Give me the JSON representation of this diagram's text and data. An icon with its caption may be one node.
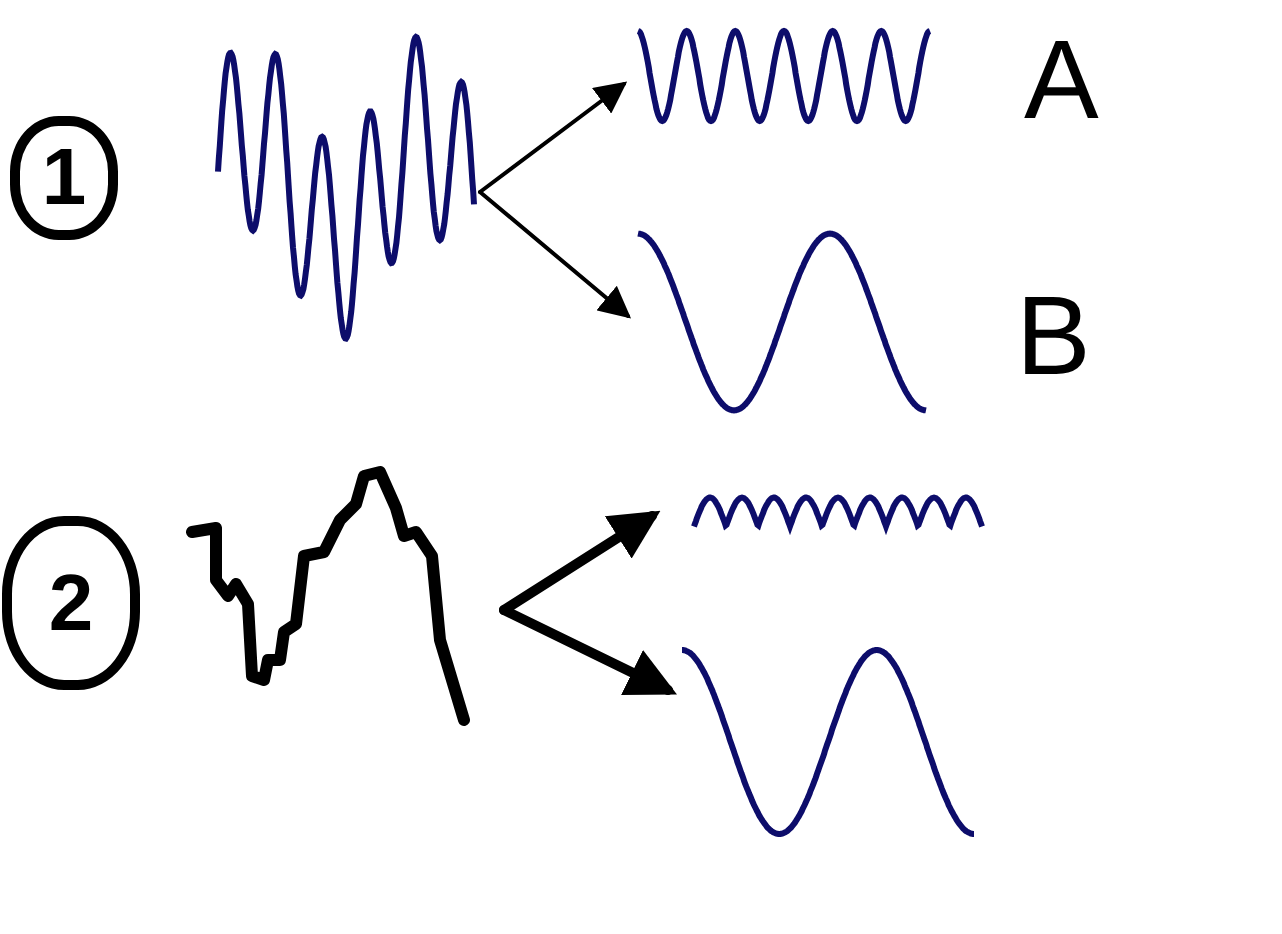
{
  "diagram": {
    "nodes": [
      {
        "text": [
          "1"
        ]
      },
      {
        "text": [],
        "shape": "picture"
      },
      {
        "text": [],
        "shape": "picture"
      },
      {
        "text": [],
        "shape": "picture"
      },
      {
        "text": [
          "2"
        ]
      },
      {
        "text": [],
        "shape": "picture"
      },
      {
        "text": [],
        "shape": "picture"
      },
      {
        "text": [],
        "shape": "picture"
      }
    ],
    "edges": [
      {
        "from": 1,
        "to": 2,
        "arrow": "to"
      },
      {
        "from": 1,
        "to": 3,
        "arrow": "to"
      },
      {
        "from": 5,
        "to": 6,
        "arrow": "to",
        "style": "thick"
      },
      {
        "from": 5,
        "to": 7,
        "arrow": "to",
        "style": "thick"
      }
    ],
    "labels": [
      "A",
      "B"
    ]
  }
}
